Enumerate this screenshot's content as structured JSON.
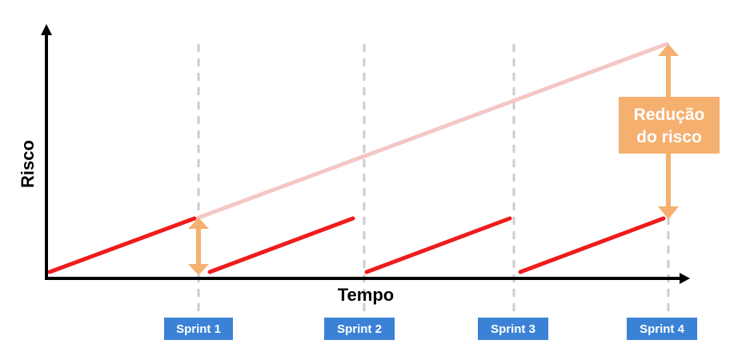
{
  "diagram": {
    "y_axis_label": "Risco",
    "x_axis_label": "Tempo",
    "sprints": [
      "Sprint 1",
      "Sprint 2",
      "Sprint 3",
      "Sprint 4"
    ],
    "callout": {
      "line1": "Redução",
      "line2": "do risco"
    },
    "colors": {
      "axis": "#000000",
      "sprint_risk_line": "#ee1c1c",
      "cumulative_risk_line": "#f4c7c7",
      "sprint_divider": "#cccccc",
      "arrow": "#f5b070",
      "callout_background": "#f5b070",
      "sprint_label_background": "#3b82d6"
    }
  }
}
